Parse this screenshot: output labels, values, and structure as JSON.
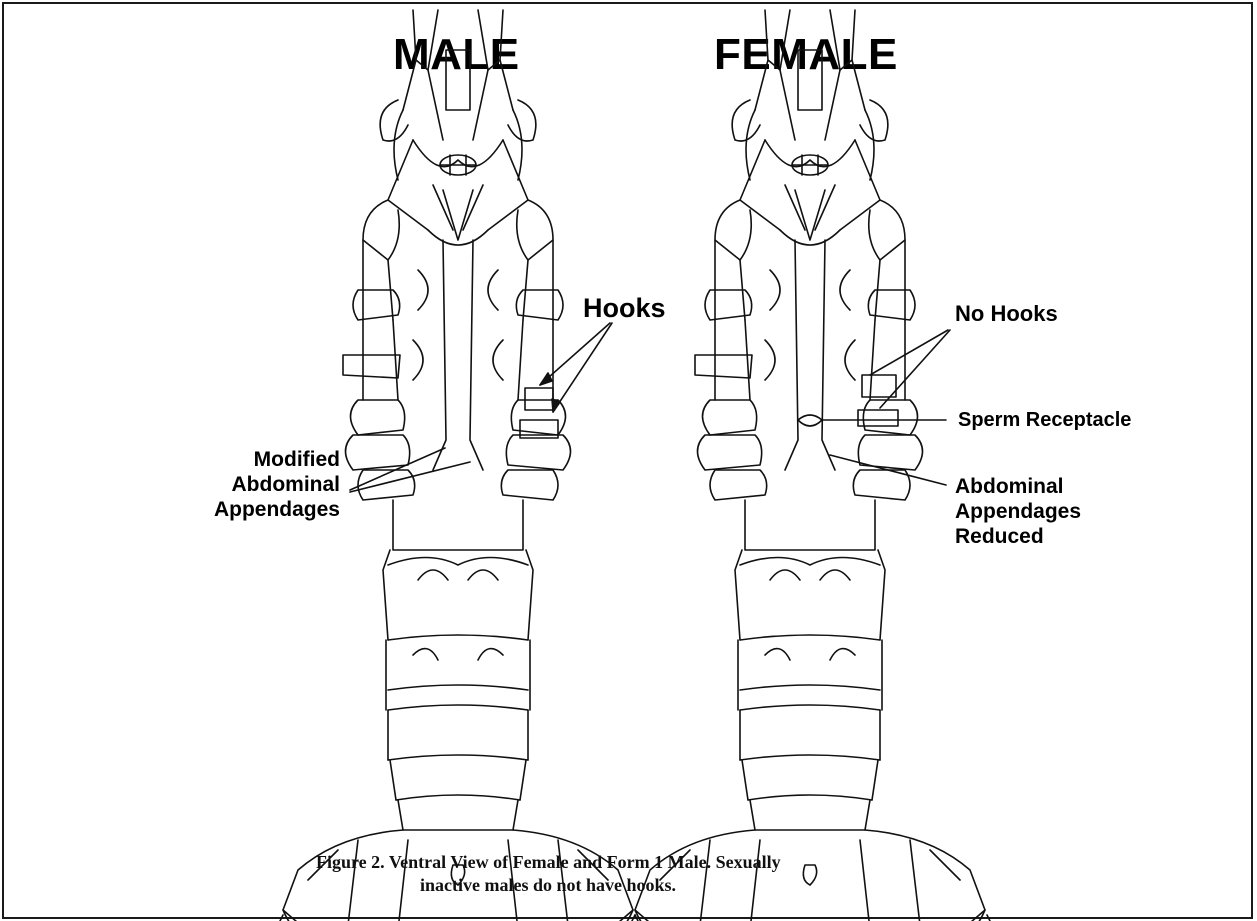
{
  "headings": {
    "male": "MALE",
    "female": "FEMALE"
  },
  "labels": {
    "hooks": "Hooks",
    "no_hooks": "No Hooks",
    "sperm_receptacle": "Sperm Receptacle",
    "modified_abdominal_appendages": [
      "Modified",
      "Abdominal",
      "Appendages"
    ],
    "abdominal_appendages_reduced": [
      "Abdominal",
      "Appendages",
      "Reduced"
    ]
  },
  "caption": {
    "line1": "Figure 2. Ventral View of Female and Form 1 Male. Sexually",
    "line2": "inactive males do not have hooks."
  }
}
